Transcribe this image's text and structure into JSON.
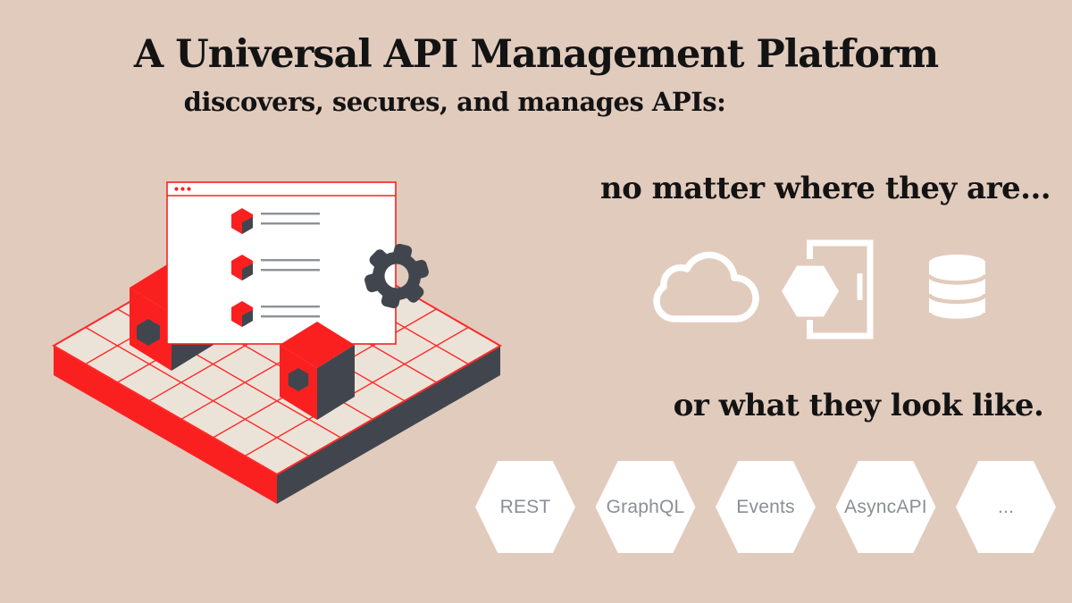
{
  "header": {
    "title": "A Universal API Management Platform",
    "subtitle": "discovers, secures, and manages APIs:"
  },
  "right_panel": {
    "line1": "no matter where they are...",
    "line2": "or what they look like."
  },
  "location_icons": [
    {
      "name": "cloud-icon"
    },
    {
      "name": "gateway-door-icon"
    },
    {
      "name": "database-icon"
    }
  ],
  "api_types": [
    {
      "label": "REST"
    },
    {
      "label": "GraphQL"
    },
    {
      "label": "Events"
    },
    {
      "label": "AsyncAPI"
    },
    {
      "label": "..."
    }
  ],
  "illustration": {
    "name": "isometric-api-platform-illustration",
    "elements": [
      "tiled-platform",
      "red-cube-left",
      "red-cube-right",
      "browser-window-with-api-list",
      "gear"
    ]
  },
  "colors": {
    "background": "#e1cbbd",
    "brand_red": "#fb2020",
    "dark_slate": "#41464e",
    "tile_cream": "#ece3d8",
    "text_dark": "#131313",
    "list_line_gray": "#8d9199",
    "hex_label_gray": "#8a8f93",
    "icon_white": "#ffffff"
  }
}
